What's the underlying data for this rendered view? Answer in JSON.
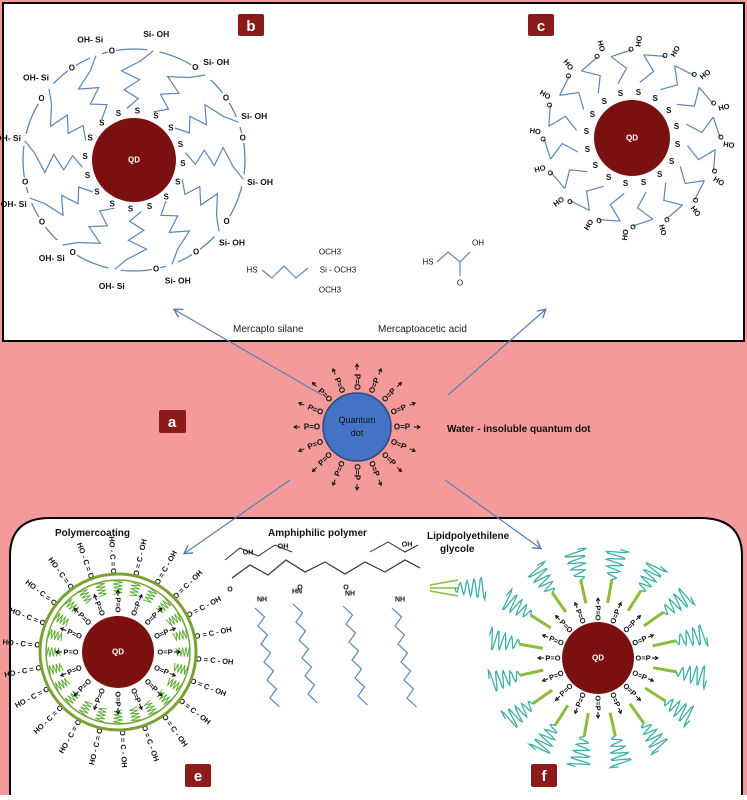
{
  "panels": {
    "a": {
      "badge": "a",
      "core_label_line1": "Quantum",
      "core_label_line2": "dot",
      "caption": "Water - insoluble quantum dot"
    },
    "b": {
      "badge": "b",
      "core_label": "QD",
      "reagent_label": "Mercapto silane",
      "formula_hs": "HS",
      "formula_och3_top": "OCH3",
      "formula_si": "Si - OCH3",
      "formula_och3_bottom": "OCH3"
    },
    "c": {
      "badge": "c",
      "core_label": "QD",
      "reagent_label": "Mercaptoacetic acid",
      "formula_hs": "HS",
      "formula_oh": "OH",
      "formula_o": "O"
    },
    "e": {
      "badge": "e",
      "core_label": "QD",
      "title": "Polymercoating",
      "polymer_label": "Amphiphilic polymer"
    },
    "f": {
      "badge": "f",
      "core_label": "QD",
      "lipid_label_line1": "Lipidpolyethilene",
      "lipid_label_line2": "glycole"
    }
  },
  "chem": {
    "silanol": "Si- OH",
    "silanol_rev": "OH- Si",
    "thiol_s": "S",
    "oxygen": "O",
    "carboxyl": "HO",
    "carbonyl": "O",
    "cooh": "O = C - OH",
    "cooh_rev": "HO - C = O",
    "phosphine_oxide": "O=P",
    "phosphine_oxide_rev": "P=O",
    "oh": "OH",
    "nh": "NH",
    "hn": "HN"
  },
  "colors": {
    "background_middle": "#F49A9A",
    "badge": "#8B1A1A",
    "qd_core": "#7B1010",
    "quantum_dot_core": "#4472C4",
    "arrow": "#5B7FB0",
    "chain": "#5A86B8",
    "polymer_shell": "#7AA232",
    "peg": "#3BAFA5"
  }
}
